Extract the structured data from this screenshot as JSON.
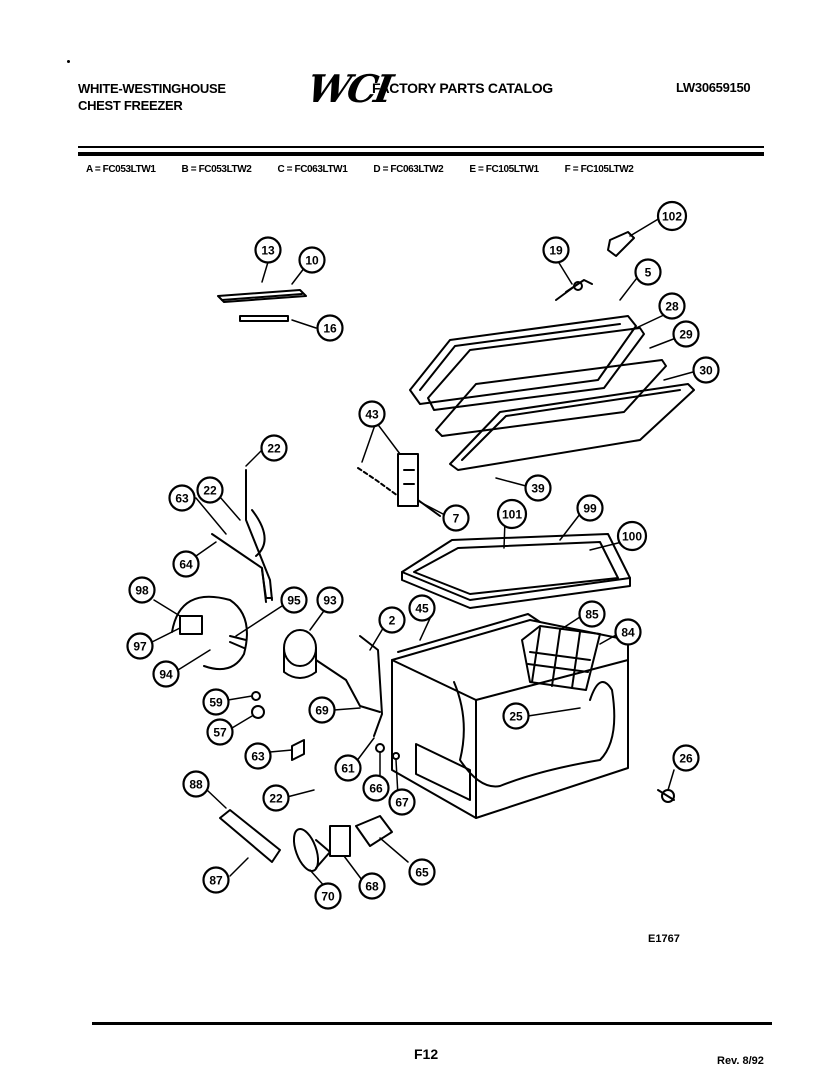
{
  "header": {
    "brand_line1": "WHITE-WESTINGHOUSE",
    "brand_line2": "CHEST FREEZER",
    "logo": "WCI",
    "catalog_title": "FACTORY PARTS CATALOG",
    "part_number": "LW30659150"
  },
  "models": [
    "A = FC053LTW1",
    "B = FC053LTW2",
    "C = FC063LTW1",
    "D = FC063LTW2",
    "E = FC105LTW1",
    "F = FC105LTW2"
  ],
  "callouts": [
    "13",
    "10",
    "16",
    "19",
    "102",
    "5",
    "28",
    "29",
    "30",
    "43",
    "7",
    "39",
    "22",
    "63",
    "22",
    "64",
    "101",
    "99",
    "100",
    "98",
    "95",
    "93",
    "97",
    "94",
    "2",
    "45",
    "85",
    "84",
    "59",
    "57",
    "63",
    "69",
    "25",
    "61",
    "66",
    "67",
    "26",
    "88",
    "22",
    "87",
    "70",
    "68",
    "65"
  ],
  "footer": {
    "drawing_code": "E1767",
    "page": "F12",
    "revision": "Rev. 8/92"
  }
}
